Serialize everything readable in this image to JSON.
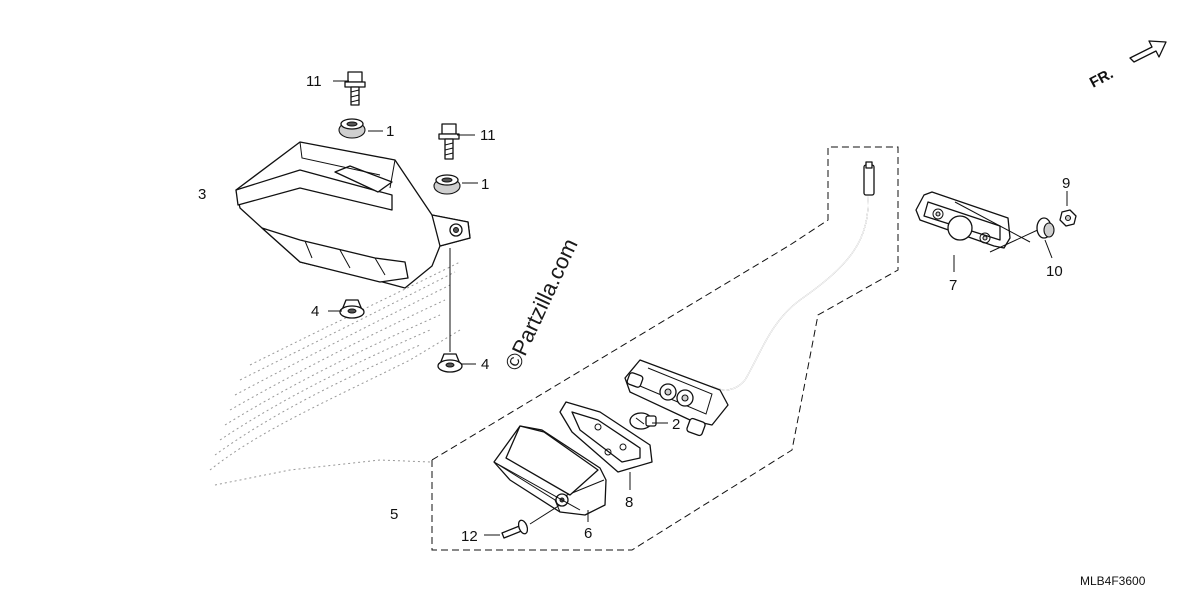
{
  "diagram": {
    "direction_label": "FR.",
    "watermark": "©Partzilla.com",
    "diagram_code": "MLB4F3600",
    "callouts": {
      "c1a": "1",
      "c1b": "1",
      "c2": "2",
      "c3": "3",
      "c4a": "4",
      "c4b": "4",
      "c5": "5",
      "c6": "6",
      "c7": "7",
      "c8": "8",
      "c9": "9",
      "c10": "10",
      "c11a": "11",
      "c11b": "11",
      "c12": "12"
    }
  }
}
